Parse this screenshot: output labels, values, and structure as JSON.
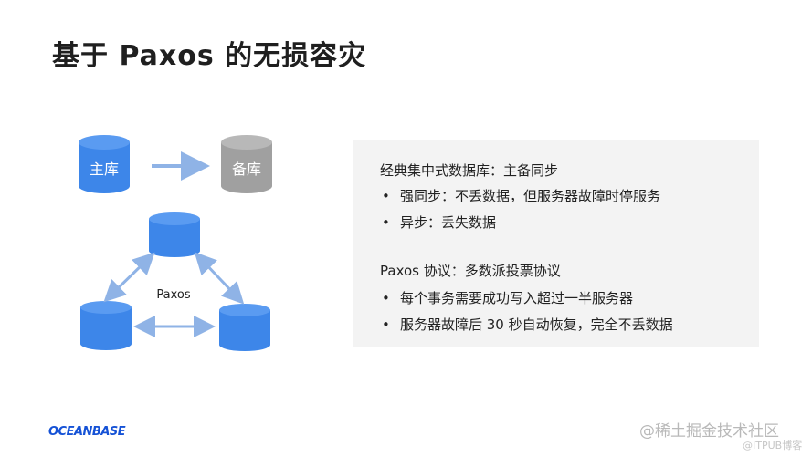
{
  "title": "基于 Paxos 的无损容灾",
  "diagram": {
    "primary_label": "主库",
    "standby_label": "备库",
    "paxos_label": "Paxos",
    "colors": {
      "blue": "#3d86e9",
      "blue_top": "#5a9bf1",
      "gray": "#a0a0a0",
      "gray_top": "#b8b8b8",
      "arrow": "#8fb3e6"
    }
  },
  "panel": {
    "section1": {
      "heading": "经典集中式数据库：主备同步",
      "bullets": [
        "强同步：不丢数据，但服务器故障时停服务",
        "异步：丢失数据"
      ]
    },
    "section2": {
      "heading": "Paxos 协议：多数派投票协议",
      "bullets": [
        "每个事务需要成功写入超过一半服务器",
        "服务器故障后 30 秒自动恢复，完全不丢数据"
      ]
    },
    "bullet_symbol": "•"
  },
  "logo": "OCEANBASE",
  "watermark": "@稀土掘金技术社区",
  "watermark2": "@ITPUB博客"
}
